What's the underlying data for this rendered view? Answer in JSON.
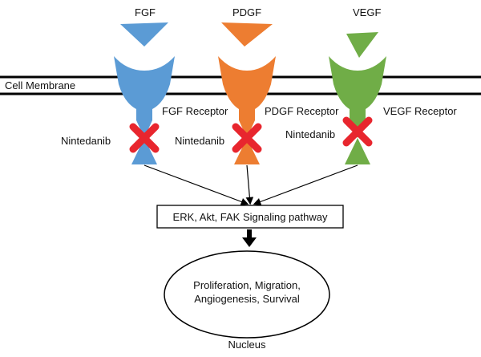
{
  "membrane_label": "Cell Membrane",
  "receptors": [
    {
      "ligand": "FGF",
      "receptor_label": "FGF Receptor",
      "inhibitor": "Nintedanib",
      "color": "#5b9bd5"
    },
    {
      "ligand": "PDGF",
      "receptor_label": "PDGF Receptor",
      "inhibitor": "Nintedanib",
      "color": "#ed7d31"
    },
    {
      "ligand": "VEGF",
      "receptor_label": "VEGF Receptor",
      "inhibitor": "Nintedanib",
      "color": "#70ad47"
    }
  ],
  "inhibition_mark_color": "#e8262e",
  "pathway_box": "ERK, Akt, FAK Signaling pathway",
  "nucleus_outcomes": [
    "Proliferation, Migration,",
    "Angiogenesis, Survival"
  ],
  "nucleus_label": "Nucleus"
}
